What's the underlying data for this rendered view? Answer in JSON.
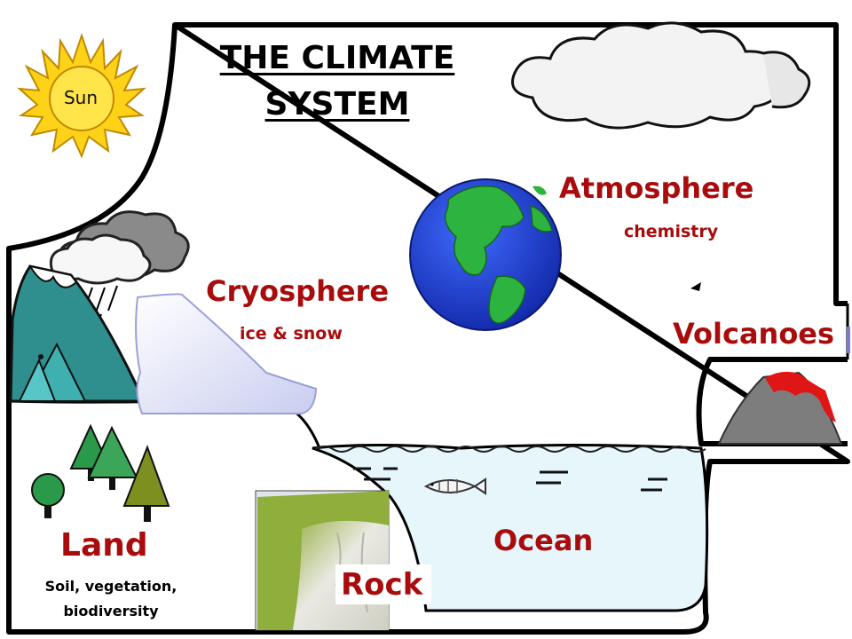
{
  "title_line1": "THE CLIMATE",
  "title_line2": "SYSTEM",
  "sun_label": "Sun",
  "atmosphere": {
    "label": "Atmosphere",
    "sub": "chemistry"
  },
  "cryosphere": {
    "label": "Cryosphere",
    "sub": "ice & snow"
  },
  "volcanoes": {
    "label": "Volcanoes"
  },
  "land": {
    "label": "Land",
    "sub_line1": "Soil, vegetation,",
    "sub_line2": "biodiversity"
  },
  "ocean": {
    "label": "Ocean"
  },
  "rock": {
    "label": "Rock"
  },
  "colors": {
    "label_red": "#a80c0c",
    "ocean": "#e6f6fb",
    "earth_blue": "#1f3fd6",
    "earth_green": "#27b33a",
    "sun_yellow": "#ffd21a",
    "mountain_teal": "#2f8f8f",
    "tree_green": "#2a9a4a",
    "volcano_gray": "#7d7d7d",
    "lava_red": "#e01515"
  }
}
